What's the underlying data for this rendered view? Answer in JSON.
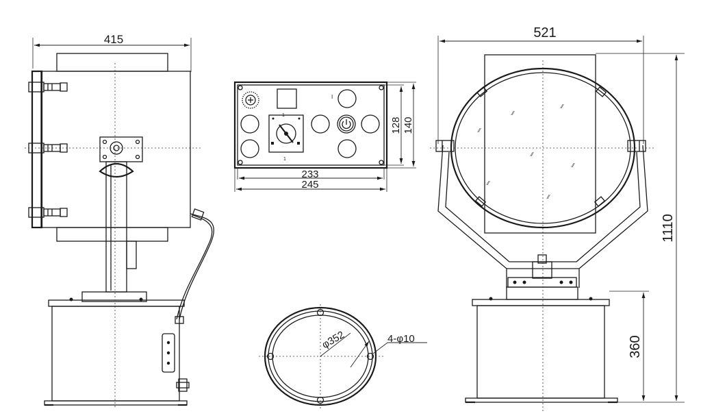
{
  "dimensions": {
    "side_width": "415",
    "front_width": "521",
    "panel_inner_width": "233",
    "panel_outer_width": "245",
    "panel_inner_height": "128",
    "panel_outer_height": "140",
    "total_height": "1110",
    "base_height": "360",
    "bolt_circle": "φ352",
    "mount_holes": "4-φ10"
  },
  "panel": {
    "switch_mark_top": "1",
    "switch_mark_bottom": "1",
    "button_mark": "I"
  },
  "colors": {
    "line": "#1a1a1a",
    "background": "#ffffff"
  }
}
